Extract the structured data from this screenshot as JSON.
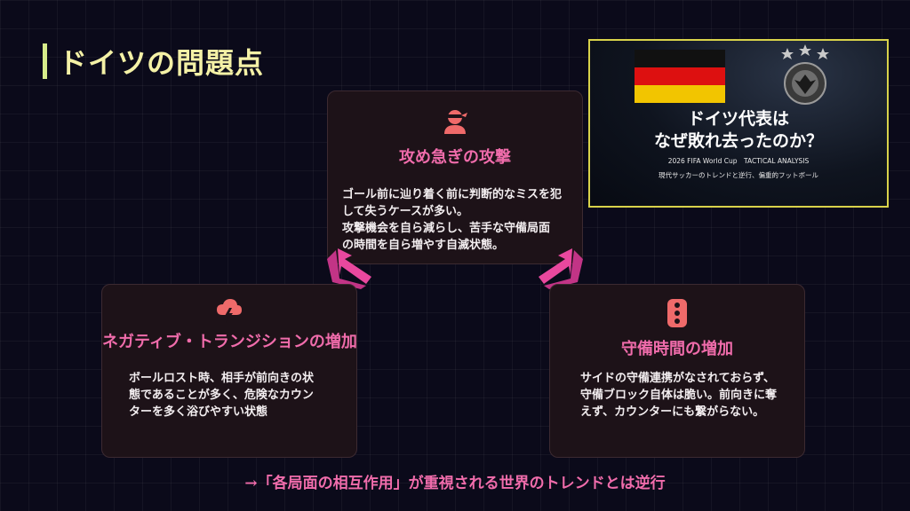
{
  "slide": {
    "title": "ドイツの問題点",
    "footer": "→「各局面の相互作用」が重視される世界のトレンドとは逆行"
  },
  "cards": {
    "top": {
      "icon": "ninja-icon",
      "title": "攻め急ぎの攻撃",
      "lines": [
        "ゴール前に辿り着く前に判断的なミスを犯",
        "して失うケースが多い。",
        "攻撃機会を自ら減らし、苦手な守備局面",
        "の時間を自ら増やす自滅状態。"
      ]
    },
    "left": {
      "icon": "storm-cloud-icon",
      "title": "ネガティブ・トランジションの増加",
      "lines": [
        "ボールロスト時、相手が前向きの状",
        "態であることが多く、危険なカウン",
        "ターを多く浴びやすい状態"
      ]
    },
    "right": {
      "icon": "traffic-light-icon",
      "title": "守備時間の増加",
      "lines": [
        "サイドの守備連携がなされておらず、",
        "守備ブロック自体は脆い。前向きに奪",
        "えず、カウンターにも繋がらない。"
      ]
    }
  },
  "thumbnail": {
    "heading_line1": "ドイツ代表は",
    "heading_line2": "なぜ敗れ去ったのか？",
    "tag": "2026 FIFA World Cup　TACTICAL ANALYSIS",
    "caption": "現代サッカーのトレンドと逆行、偏重的フットボール"
  },
  "colors": {
    "accent_pink": "#f06cab",
    "title_yellow": "#f4f1a6",
    "icon_coral": "#ef6a6a",
    "thumb_border": "#d8d24a"
  }
}
